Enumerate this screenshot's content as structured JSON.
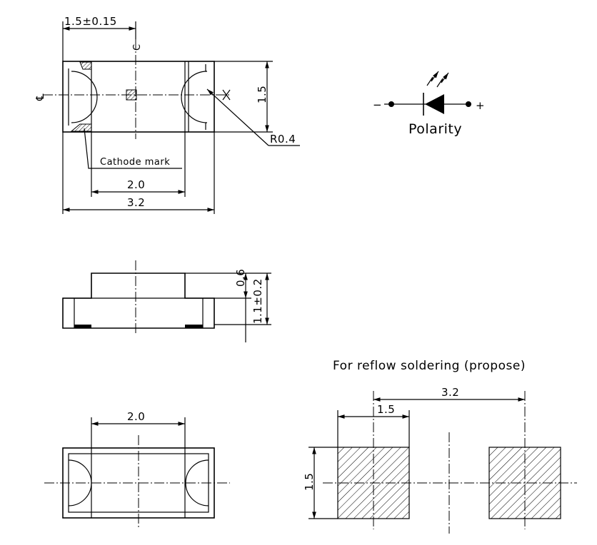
{
  "labels": {
    "top_width": "1.5±0.15",
    "center_mark_top": "C",
    "centerline_symbol": "℄",
    "height_top": "1.5",
    "radius": "R0.4",
    "cathode_mark": "Cathode mark",
    "inner_width": "2.0",
    "outer_length": "3.2",
    "side_dome_height": "0.6",
    "side_total_height": "1.1±0.2",
    "bottom_inner_width": "2.0",
    "polarity_minus": "−",
    "polarity_plus": "+",
    "polarity_title": "Polarity",
    "reflow_title": "For reflow soldering (propose)",
    "pad_pitch": "3.2",
    "pad_width": "1.5",
    "pad_height": "1.5"
  }
}
